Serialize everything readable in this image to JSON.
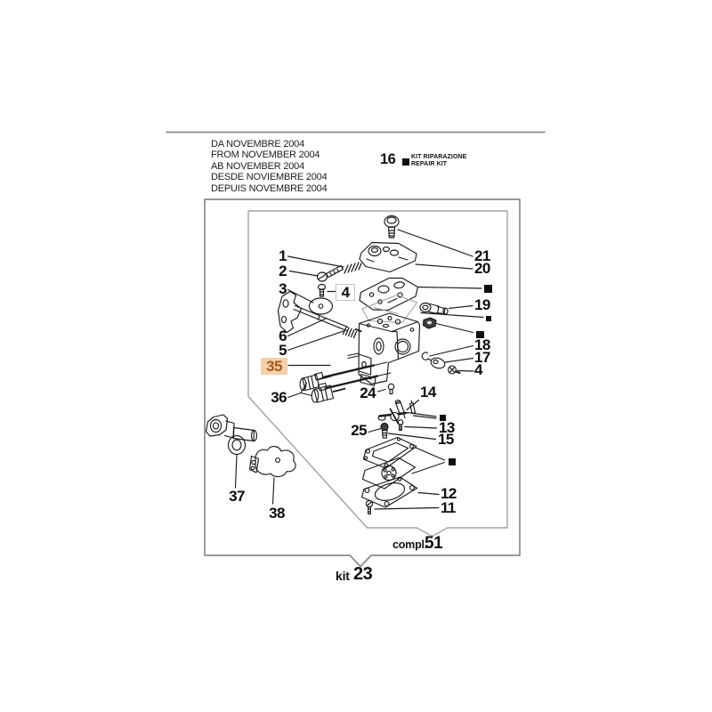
{
  "document": {
    "type": "carburetor-exploded-parts-diagram",
    "header": {
      "lines": [
        "DA NOVEMBRE 2004",
        "FROM NOVEMBER 2004",
        "AB NOVEMBER 2004",
        "DESDE NOVIEMBRE 2004",
        "DEPUIS NOVEMBRE 2004"
      ]
    },
    "legend": {
      "number": "16",
      "marker_glyph": "■",
      "label_line1": "KIT RIPARAZIONE",
      "label_line2": "REPAIR KIT"
    },
    "callouts": {
      "c1": "1",
      "c2": "2",
      "c3": "3",
      "c4_top": "4",
      "c5": "5",
      "c6": "6",
      "c11": "11",
      "c12": "12",
      "c13": "13",
      "c14": "14",
      "c15": "15",
      "c17": "17",
      "c18": "18",
      "c19": "19",
      "c20": "20",
      "c21": "21",
      "c24": "24",
      "c25": "25",
      "c35": "35",
      "c36": "36",
      "c37": "37",
      "c38": "38",
      "c4_right": "4"
    },
    "highlighted_part": "35",
    "footer": {
      "compl_label": "compl.",
      "compl_number": "51",
      "kit_label": "kit",
      "kit_number": "23"
    },
    "colors": {
      "highlight_text": "#a8571c",
      "highlight_bg": "#f5d0aa",
      "marker": "#111111",
      "outer_border": "#8b8b8b",
      "inner_border": "#a2a2a2"
    }
  }
}
